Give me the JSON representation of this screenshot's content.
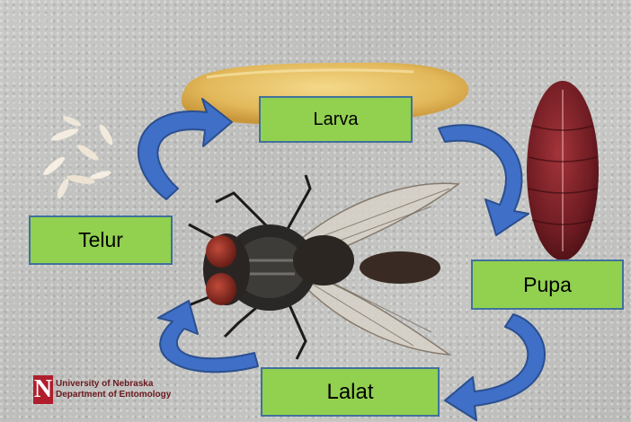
{
  "stages": {
    "larva": "Larva",
    "telur": "Telur",
    "pupa": "Pupa",
    "lalat": "Lalat"
  },
  "watermark": {
    "logo_letter": "N",
    "line1": "University of Nebraska",
    "line2": "Department of Entomology"
  },
  "colors": {
    "label_fill": "#92d050",
    "label_border": "#41719c",
    "arrow_fill": "#3f6fc6",
    "arrow_outline": "#2b4f8f"
  },
  "arrows": [
    {
      "from": "telur",
      "to": "larva"
    },
    {
      "from": "larva",
      "to": "pupa"
    },
    {
      "from": "pupa",
      "to": "lalat"
    },
    {
      "from": "lalat",
      "to": "telur"
    }
  ]
}
